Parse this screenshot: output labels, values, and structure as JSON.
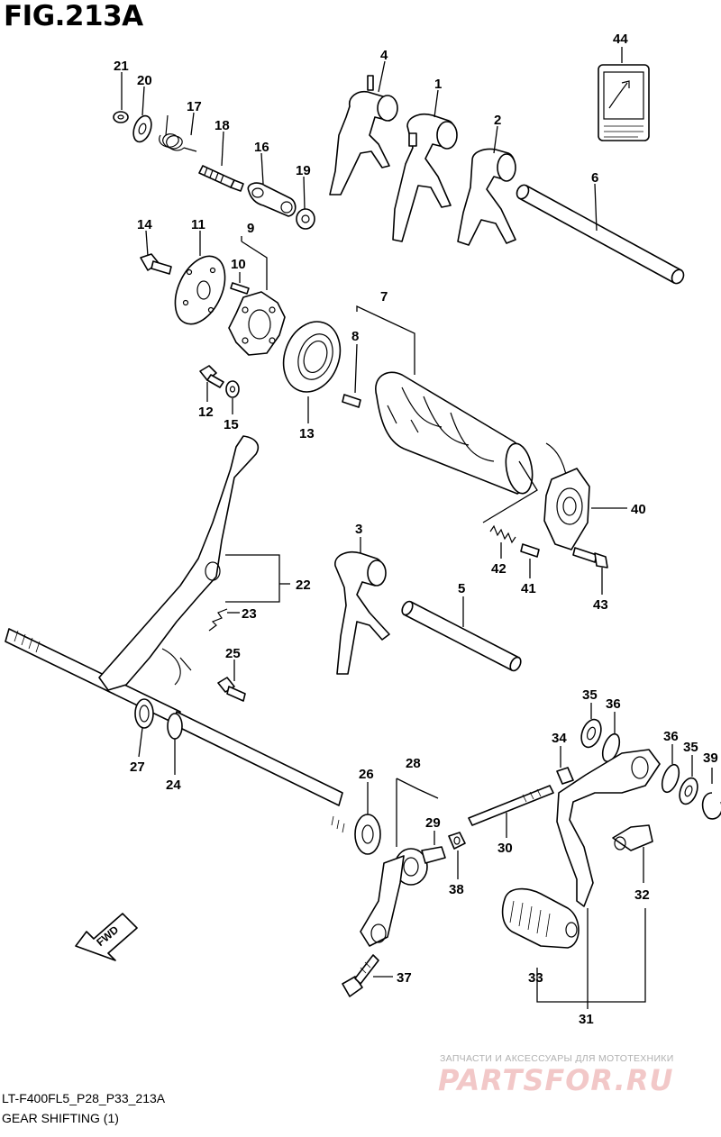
{
  "figure": {
    "title": "FIG.213A",
    "code": "LT-F400FL5_P28_P33_213A",
    "description": "GEAR SHIFTING (1)"
  },
  "callouts": {
    "c1": "1",
    "c2": "2",
    "c3": "3",
    "c4": "4",
    "c5": "5",
    "c6": "6",
    "c7": "7",
    "c8": "8",
    "c9": "9",
    "c10": "10",
    "c11": "11",
    "c12": "12",
    "c13": "13",
    "c14": "14",
    "c15": "15",
    "c16": "16",
    "c17": "17",
    "c18": "18",
    "c19": "19",
    "c20": "20",
    "c21": "21",
    "c22": "22",
    "c23": "23",
    "c24": "24",
    "c25": "25",
    "c26": "26",
    "c27": "27",
    "c28": "28",
    "c29": "29",
    "c30": "30",
    "c31": "31",
    "c32": "32",
    "c33": "33",
    "c34": "34",
    "c35a": "35",
    "c35b": "35",
    "c36a": "36",
    "c36b": "36",
    "c37": "37",
    "c38": "38",
    "c39": "39",
    "c40": "40",
    "c41": "41",
    "c42": "42",
    "c43": "43",
    "c44": "44"
  },
  "fwd_arrow_label": "FWD",
  "watermark": {
    "tagline": "ЗАПЧАСТИ И АКСЕССУАРЫ ДЛЯ МОТОТЕХНИКИ",
    "logo": "PARTSFOR.RU"
  }
}
